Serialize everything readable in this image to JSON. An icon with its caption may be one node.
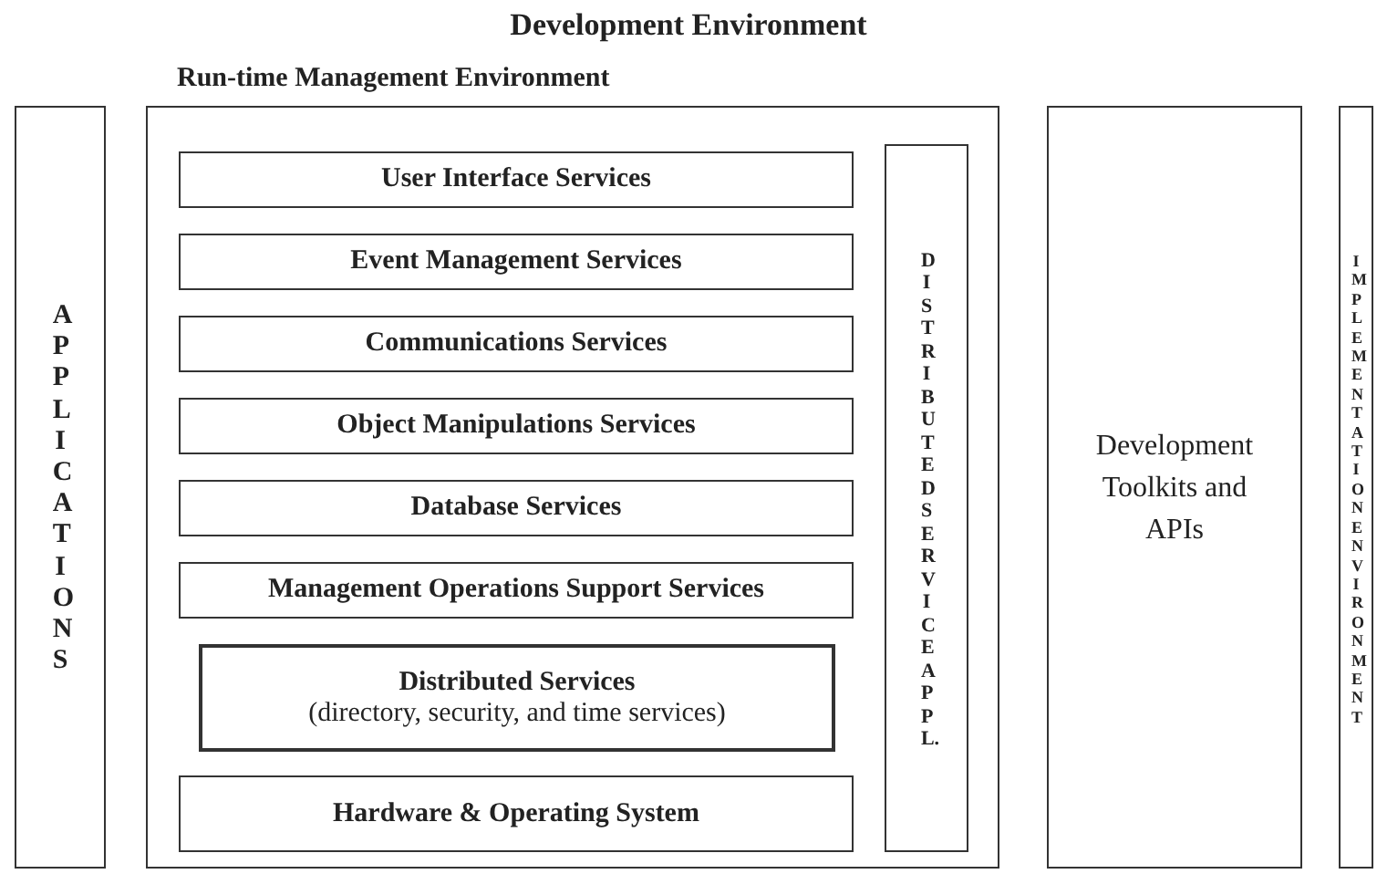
{
  "diagram": {
    "title": "Development Environment",
    "nodes": [
      {
        "text": [
          "APPLICATIONS"
        ]
      },
      {
        "text": [
          "Run-time Management Environment"
        ]
      },
      {
        "text": [
          "User Interface Services"
        ],
        "in": 1
      },
      {
        "text": [
          "Event Management Services"
        ],
        "in": 1
      },
      {
        "text": [
          "Communications Services"
        ],
        "in": 1
      },
      {
        "text": [
          "Object Manipulations Services"
        ],
        "in": 1
      },
      {
        "text": [
          "Database Services"
        ],
        "in": 1
      },
      {
        "text": [
          "Management Operations Support Services"
        ],
        "in": 1
      },
      {
        "text": [
          "Distributed Services",
          "(directory, security, and time services)"
        ],
        "in": 1
      },
      {
        "text": [
          "Hardware & Operating System"
        ],
        "in": 1
      },
      {
        "text": [
          "DISTRIBUTED SERVICE APPL."
        ],
        "in": 1
      },
      {
        "text": [
          "Development Toolkits and APIs"
        ]
      },
      {
        "text": [
          "IMPLEMENTATION ENVIRONMENT"
        ]
      }
    ]
  }
}
